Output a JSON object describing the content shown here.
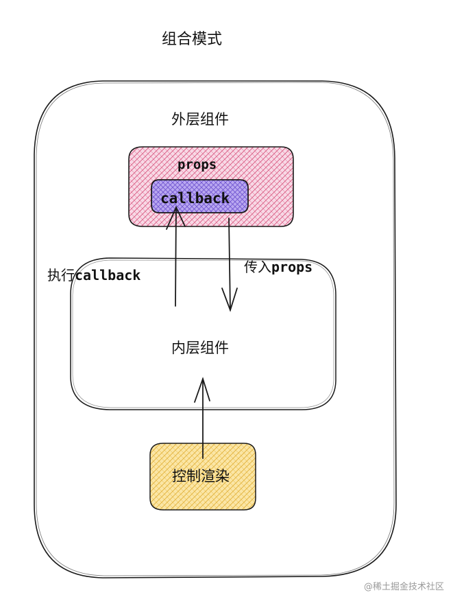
{
  "title": "组合模式",
  "outer": {
    "label": "外层组件"
  },
  "props_box": {
    "label": "props",
    "fill": "#e07aa3"
  },
  "callback_box": {
    "label": "callback",
    "fill": "#8a6ee0"
  },
  "inner": {
    "label": "内层组件"
  },
  "render_box": {
    "label": "控制渲染",
    "fill": "#f2cf63"
  },
  "arrows": {
    "exec_prefix": "执行",
    "exec_code": "callback",
    "pass_prefix": "传入",
    "pass_code": "props"
  },
  "watermark": "@稀土掘金技术社区"
}
